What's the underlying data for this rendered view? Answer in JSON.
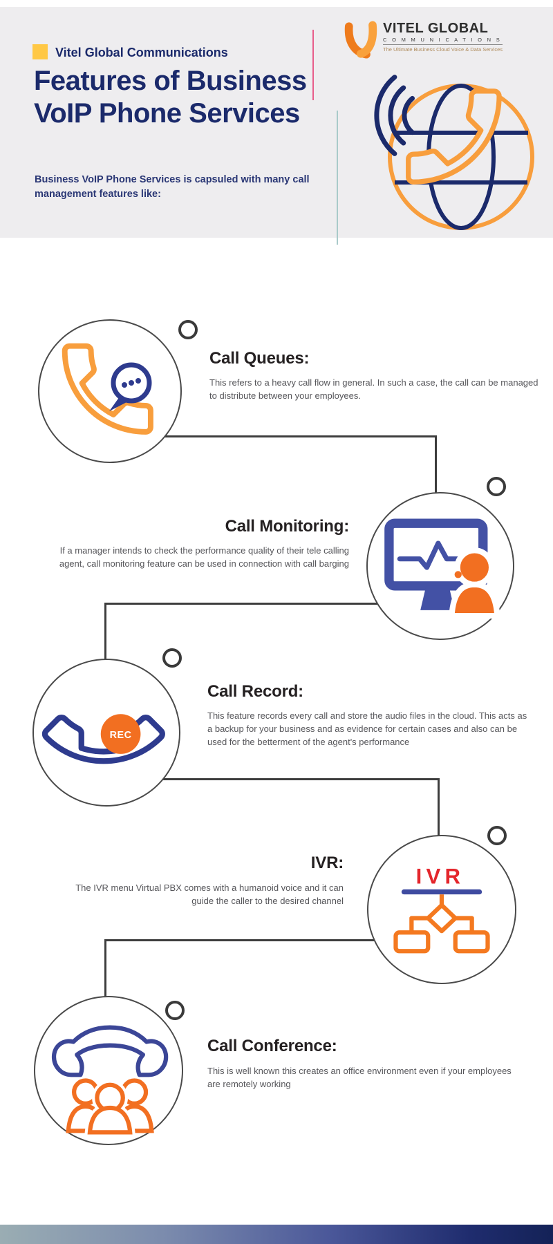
{
  "brand": {
    "company": "Vitel Global Communications"
  },
  "header": {
    "title": "Features of Business VoIP Phone Services",
    "subtitle": "Business VoIP Phone Services is capsuled with many call management features like:"
  },
  "logo": {
    "name": "VITEL GLOBAL",
    "letters": "C O M M U N I C A T I O N S",
    "tagline": "The Ultimate Business Cloud Voice & Data Services"
  },
  "features": [
    {
      "title": "Call Queues:",
      "description": "This refers to a heavy call flow in general. In such a case, the call can be managed to distribute between your employees.",
      "icon": "phone-chat-icon"
    },
    {
      "title": "Call Monitoring:",
      "description": "If a manager intends to check the performance quality of their tele calling agent, call monitoring feature can be used in connection with call barging",
      "icon": "monitor-agent-icon"
    },
    {
      "title": "Call Record:",
      "description": "This feature records every call and store the audio files in the cloud. This acts as a backup for your business and as evidence for certain cases and also can be used for the betterment of the agent's performance",
      "icon": "record-handset-icon"
    },
    {
      "title": "IVR:",
      "description": "The IVR menu Virtual PBX comes with a humanoid voice and it can guide the caller to the desired channel",
      "icon": "ivr-flowchart-icon"
    },
    {
      "title": "Call Conference:",
      "description": "This is well known this creates an office environment even if your employees are remotely working",
      "icon": "conference-people-icon"
    }
  ],
  "icon_labels": {
    "rec": "REC",
    "ivr": "IVR"
  },
  "colors": {
    "navy": "#1b2a6b",
    "indigo": "#3f4ba0",
    "icon_navy": "#2e3b8e",
    "orange": "#f89e3d",
    "deep_orange": "#f26f21",
    "flow_orange": "#f47920",
    "red": "#e4262c",
    "yellow": "#ffc845",
    "header_bg": "#eeedef",
    "heading_text": "#242021",
    "body_text": "#56565a",
    "connector": "#3d3d3d",
    "accent_pink": "#e85d8a",
    "accent_teal": "#a9caca"
  }
}
